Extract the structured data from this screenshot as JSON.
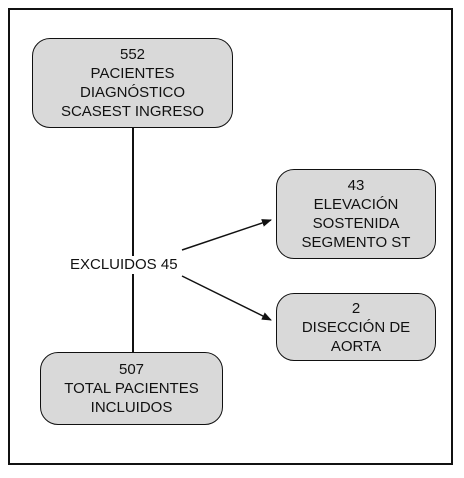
{
  "boxes": {
    "top": {
      "line1": "552",
      "line2": "PACIENTES",
      "line3": "DIAGNÓSTICO",
      "line4": "SCASEST INGRESO"
    },
    "stemi": {
      "line1": "43",
      "line2": "ELEVACIÓN",
      "line3": "SOSTENIDA",
      "line4": "SEGMENTO ST"
    },
    "dissection": {
      "line1": "2",
      "line2": "DISECCIÓN DE",
      "line3": "AORTA"
    },
    "bottom": {
      "line1": "507",
      "line2": "TOTAL PACIENTES",
      "line3": "INCLUIDOS"
    }
  },
  "excluded_label": "EXCLUIDOS 45",
  "colors": {
    "box_fill": "#d9d9d9",
    "stroke": "#111111",
    "background": "#ffffff"
  }
}
